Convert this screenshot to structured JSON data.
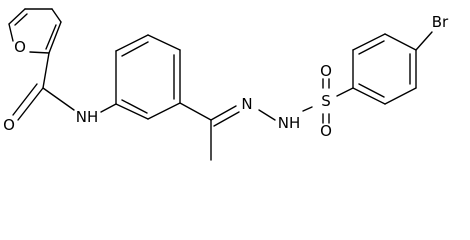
{
  "atoms": {
    "furan_o": "O",
    "carbonyl_o": "O",
    "amide_nh": "NH",
    "hydrazone_n": "N",
    "sulfonamide_nh": "NH",
    "sulfur": "S",
    "sulfonyl_o_upper": "O",
    "sulfonyl_o_lower": "O",
    "bromine": "Br"
  }
}
